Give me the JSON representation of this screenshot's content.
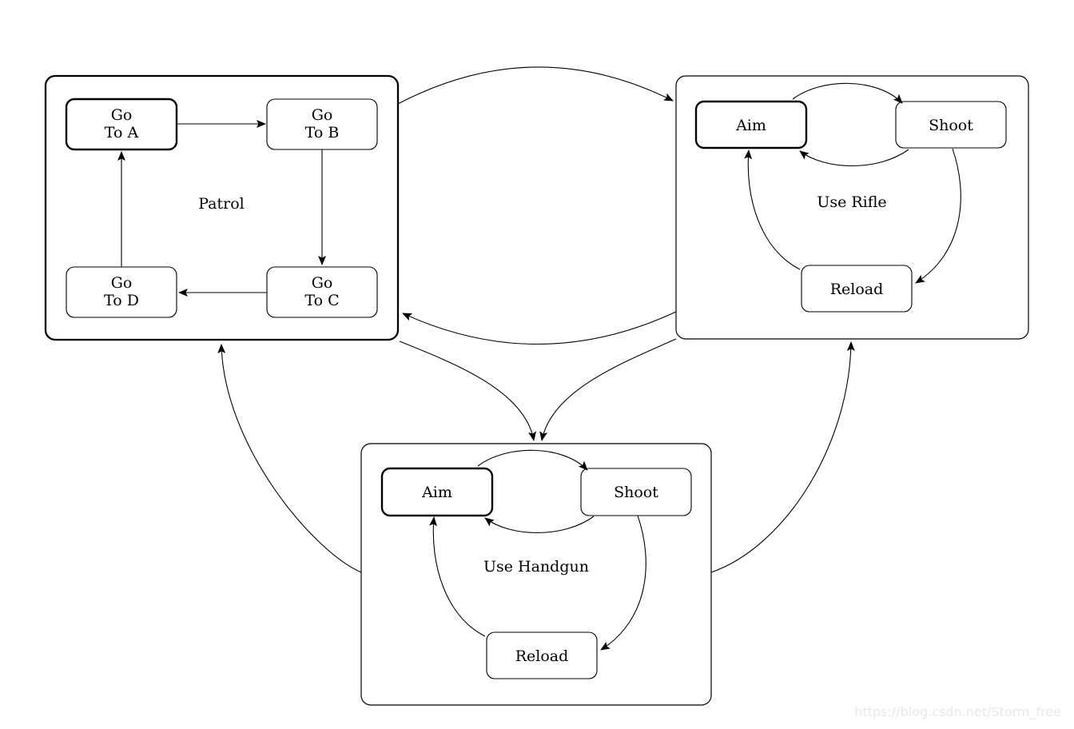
{
  "colors": {
    "stroke": "#000000",
    "text": "#000000",
    "background": "#ffffff",
    "watermark": "#e8e8ea"
  },
  "watermark": {
    "text": "https://blog.csdn.net/Storm_free"
  },
  "diagram": {
    "type": "hierarchical-state-machine",
    "groups": [
      {
        "label": "Patrol",
        "states": [
          {
            "line1": "Go",
            "line2": "To A"
          },
          {
            "line1": "Go",
            "line2": "To B"
          },
          {
            "line1": "Go",
            "line2": "To C"
          },
          {
            "line1": "Go",
            "line2": "To D"
          }
        ],
        "transitions": [
          {
            "from": "Go To A",
            "to": "Go To B"
          },
          {
            "from": "Go To B",
            "to": "Go To C"
          },
          {
            "from": "Go To C",
            "to": "Go To D"
          },
          {
            "from": "Go To D",
            "to": "Go To A"
          }
        ]
      },
      {
        "label": "Use Rifle",
        "states": [
          {
            "label": "Aim"
          },
          {
            "label": "Shoot"
          },
          {
            "label": "Reload"
          }
        ],
        "transitions": [
          {
            "from": "Aim",
            "to": "Shoot"
          },
          {
            "from": "Shoot",
            "to": "Aim"
          },
          {
            "from": "Shoot",
            "to": "Reload"
          },
          {
            "from": "Reload",
            "to": "Aim"
          }
        ]
      },
      {
        "label": "Use Handgun",
        "states": [
          {
            "label": "Aim"
          },
          {
            "label": "Shoot"
          },
          {
            "label": "Reload"
          }
        ],
        "transitions": [
          {
            "from": "Aim",
            "to": "Shoot"
          },
          {
            "from": "Shoot",
            "to": "Aim"
          },
          {
            "from": "Shoot",
            "to": "Reload"
          },
          {
            "from": "Reload",
            "to": "Aim"
          }
        ]
      }
    ],
    "group_transitions": [
      {
        "from": "Patrol",
        "to": "Use Rifle"
      },
      {
        "from": "Use Rifle",
        "to": "Patrol"
      },
      {
        "from": "Patrol",
        "to": "Use Handgun"
      },
      {
        "from": "Use Rifle",
        "to": "Use Handgun"
      },
      {
        "from": "Use Handgun",
        "to": "Patrol"
      },
      {
        "from": "Use Handgun",
        "to": "Use Rifle"
      }
    ]
  }
}
